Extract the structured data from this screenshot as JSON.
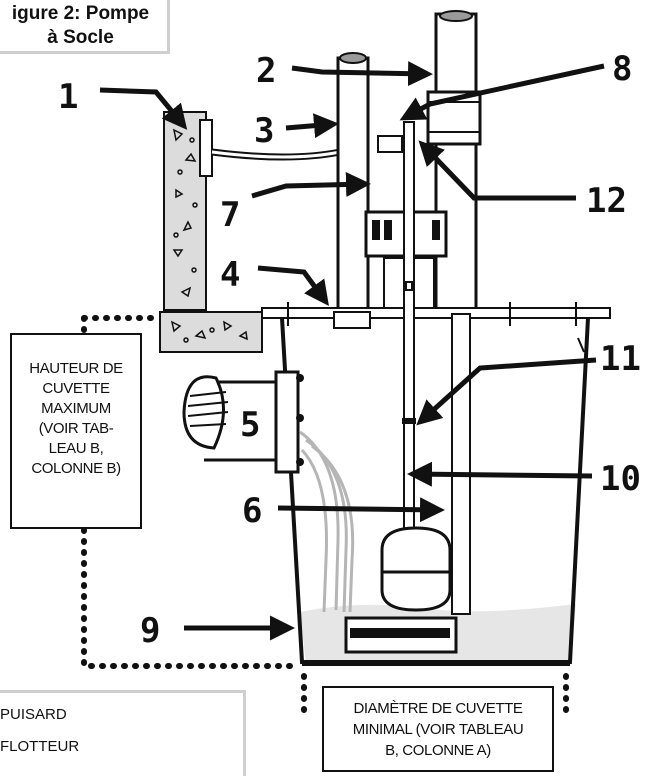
{
  "title": {
    "line1": "igure 2: Pompe",
    "line2": "à Socle"
  },
  "callouts": [
    "1",
    "2",
    "3",
    "4",
    "5",
    "6",
    "7",
    "8",
    "9",
    "10",
    "11",
    "12"
  ],
  "height_note": {
    "lines": [
      "HAUTEUR DE",
      "CUVETTE",
      "MAXIMUM",
      "(VOIR TAB-",
      "LEAU B,",
      "COLONNE B)"
    ]
  },
  "diameter_note": {
    "lines": [
      "DIAMÈTRE DE CUVETTE",
      "MINIMAL (VOIR TABLEAU",
      "B, COLONNE A)"
    ]
  },
  "legend": {
    "items": [
      "PUISARD",
      "FLOTTEUR"
    ]
  },
  "colors": {
    "ink": "#111111",
    "water": "#e6e6e6",
    "concrete": "#dcdcdc",
    "light_border": "#cfcfcf"
  }
}
